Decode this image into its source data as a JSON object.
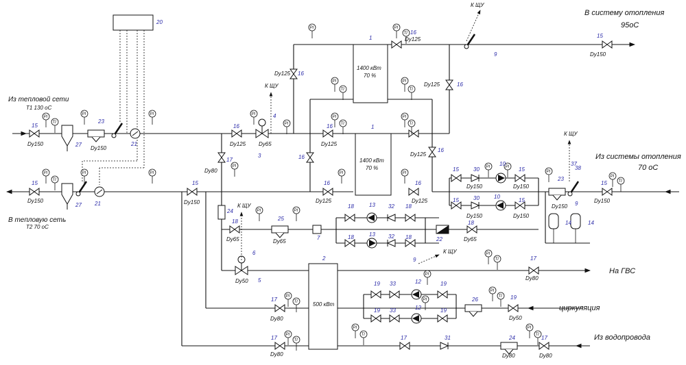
{
  "labels": {
    "from_heat_net": "Из тепловой сети",
    "t1": "T1 130 oC",
    "to_heat_net": "В тепловую сеть",
    "t2": "T2 70 oC",
    "to_heating": "В систему отопления",
    "heating_temp": "95oC",
    "from_heating": "Из системы отопления",
    "return_temp": "70 oC",
    "dhw": "На ГВС",
    "circulation": "циркуляция",
    "water_supply": "Из водопровода",
    "k_shchu": "К ЩУ"
  },
  "exchangers": {
    "hx1_power": "1400 кВт",
    "hx1_pct": "70 %",
    "hx2_power": "1400 кВт",
    "hx2_pct": "70 %",
    "hx3_power": "500 кВт"
  },
  "instruments": {
    "pi": "PI",
    "ti": "TI"
  },
  "diameters": {
    "dy150": "Dy150",
    "dy125": "Dy125",
    "dy80": "Dy80",
    "dy65": "Dy65",
    "dy50": "Dy50"
  },
  "numbers": [
    "1",
    "2",
    "3",
    "4",
    "5",
    "6",
    "7",
    "9",
    "10",
    "12",
    "13",
    "14",
    "15",
    "16",
    "17",
    "18",
    "19",
    "20",
    "21",
    "22",
    "23",
    "24",
    "25",
    "26",
    "27",
    "30",
    "31",
    "32",
    "33",
    "37",
    "38"
  ]
}
